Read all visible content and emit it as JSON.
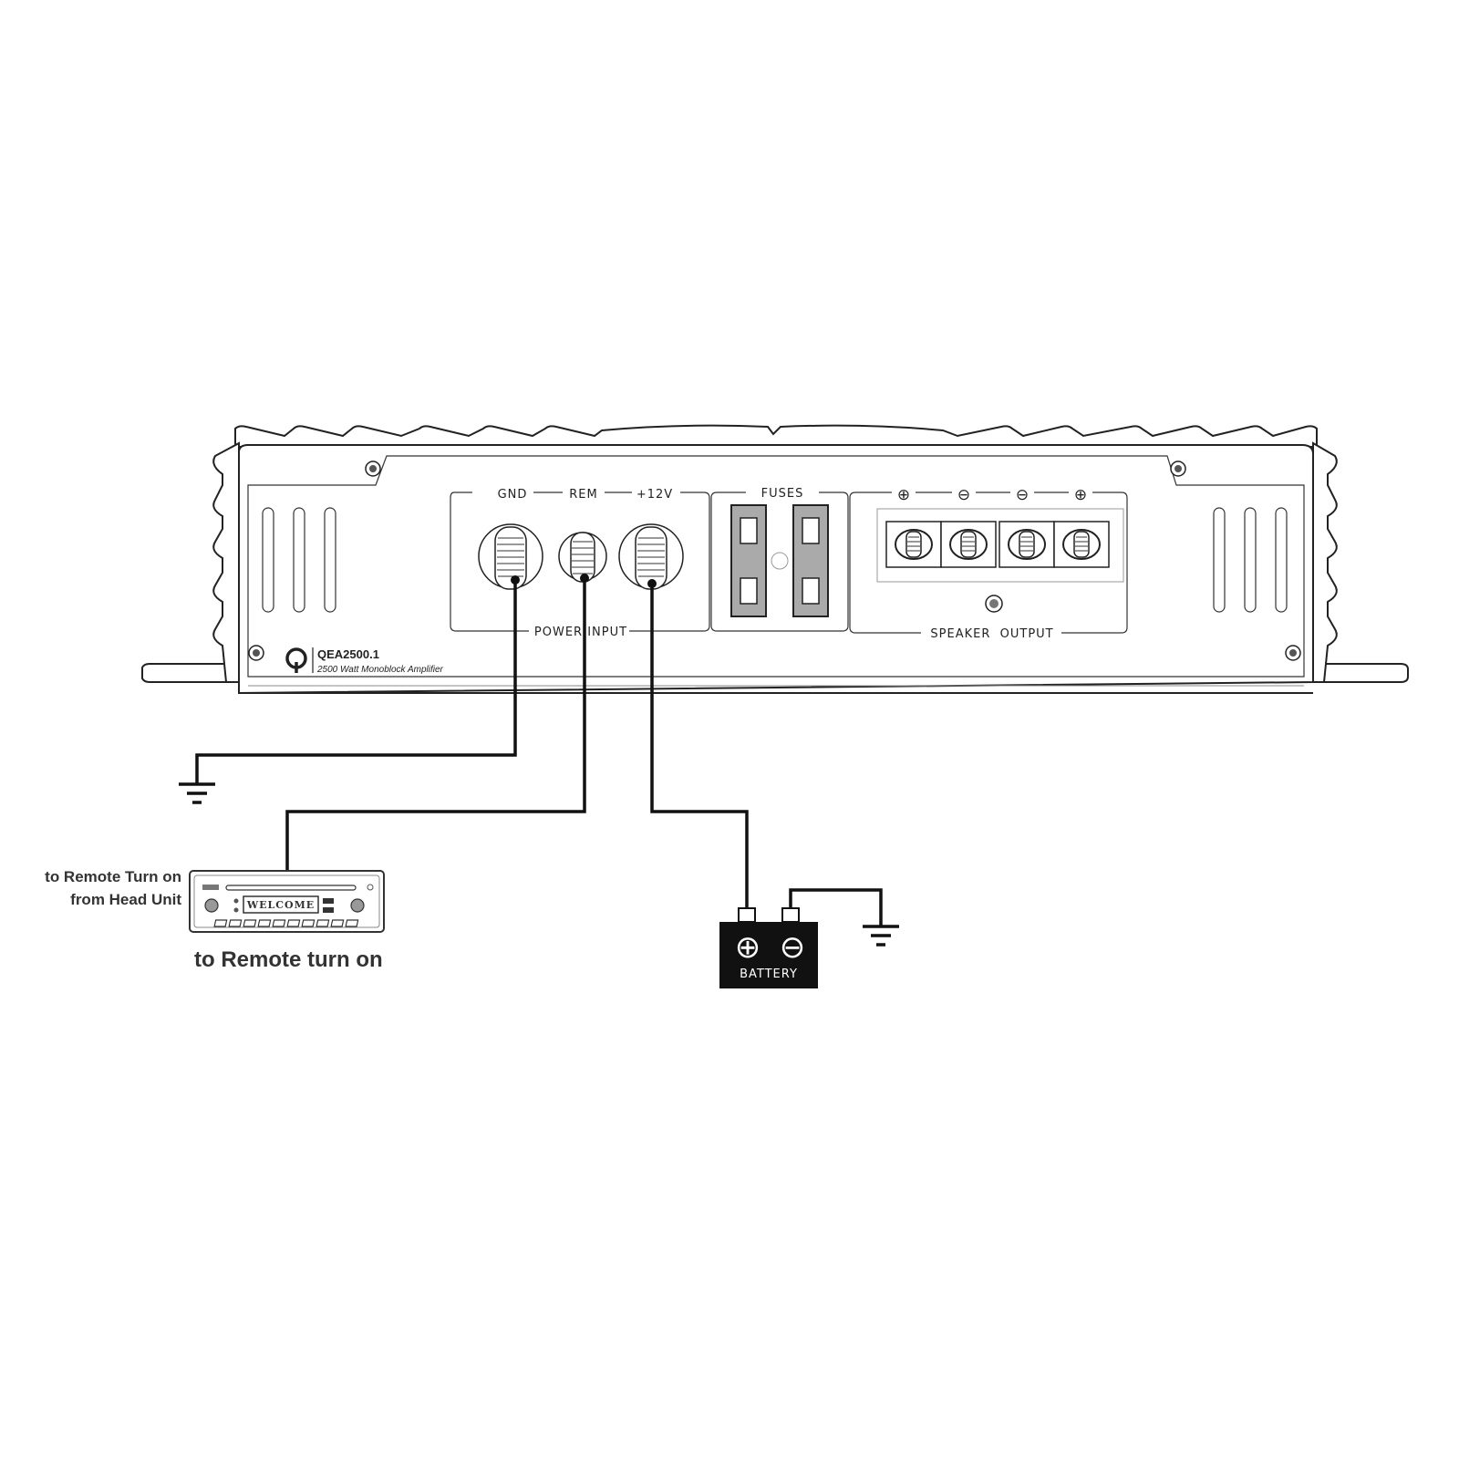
{
  "amplifier": {
    "model": "QEA2500.1",
    "description": "2500 Watt Monoblock Amplifier",
    "terminals": {
      "gnd": "GND",
      "rem": "REM",
      "plus12v": "+12V"
    },
    "power_input_label": "POWER INPUT",
    "fuses_label": "FUSES",
    "speaker_output_label": "SPEAKER  OUTPUT",
    "speaker_polarity": [
      "⊕",
      "⊖",
      "⊖",
      "⊕"
    ]
  },
  "head_unit": {
    "display_text": "WELCOME",
    "side_label_line1": "to Remote Turn on",
    "side_label_line2": "from Head Unit",
    "caption": "to Remote turn on"
  },
  "battery": {
    "label": "BATTERY",
    "positive_symbol": "⊕",
    "negative_symbol": "⊖"
  },
  "icons": {
    "ground": "ground-icon",
    "brand_logo": "q-logo-icon"
  }
}
